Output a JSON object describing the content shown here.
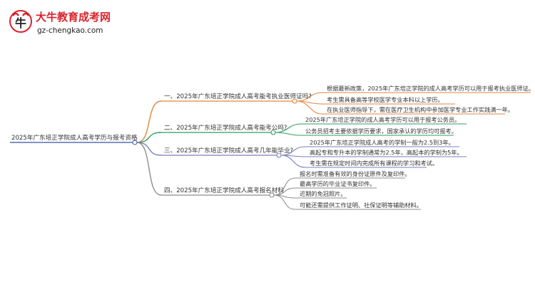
{
  "brand": {
    "name": "大牛教育成考网",
    "url": "gz-chengkao.com",
    "colors": {
      "red": "#d9232c",
      "dark": "#222222"
    }
  },
  "mindmap": {
    "root": "2025年广东培正学院成人高考学历与报考资格",
    "branches": [
      {
        "label": "一、2025年广东培正学院成人高考能考执业医师证吗?",
        "color": "#e0873f",
        "leaves": [
          "根据最新政策，2025年广东培正学院的成人高考学历可以用于报考执业医师证。",
          "考生需具备高等学校医学专业本科以上学历。",
          "在执业医师指导下，需在医疗卫生机构中参加医学专业工作实践满一年。"
        ]
      },
      {
        "label": "二、2025年广东培正学院成人高考能考公吗?",
        "color": "#2f9e5f",
        "leaves": [
          "2025年广东培正学院的成人高考学历可以用于报考公务员。",
          "公务员招考主要依据学历要求，国家承认的学历均可报考。"
        ]
      },
      {
        "label": "三、2025年广东培正学院成人高考几年能毕业?",
        "color": "#7a7fbf",
        "leaves": [
          "2025年广东培正学院成人高考的学制一般为2.5到3年。",
          "高起专和专升本的学制通常为2.5年，高起本的学制为5年。",
          "考生需在规定时间内完成所有课程的学习和考试。"
        ]
      },
      {
        "label": "四、2025年广东培正学院成人高考报名材料",
        "color": "#8e8e8e",
        "leaves": [
          "报名时需准备有效的身份证原件及复印件。",
          "最高学历的毕业证书复印件。",
          "近期的免冠照片。",
          "可能还需提供工作证明、社保证明等辅助材料。"
        ]
      }
    ]
  }
}
